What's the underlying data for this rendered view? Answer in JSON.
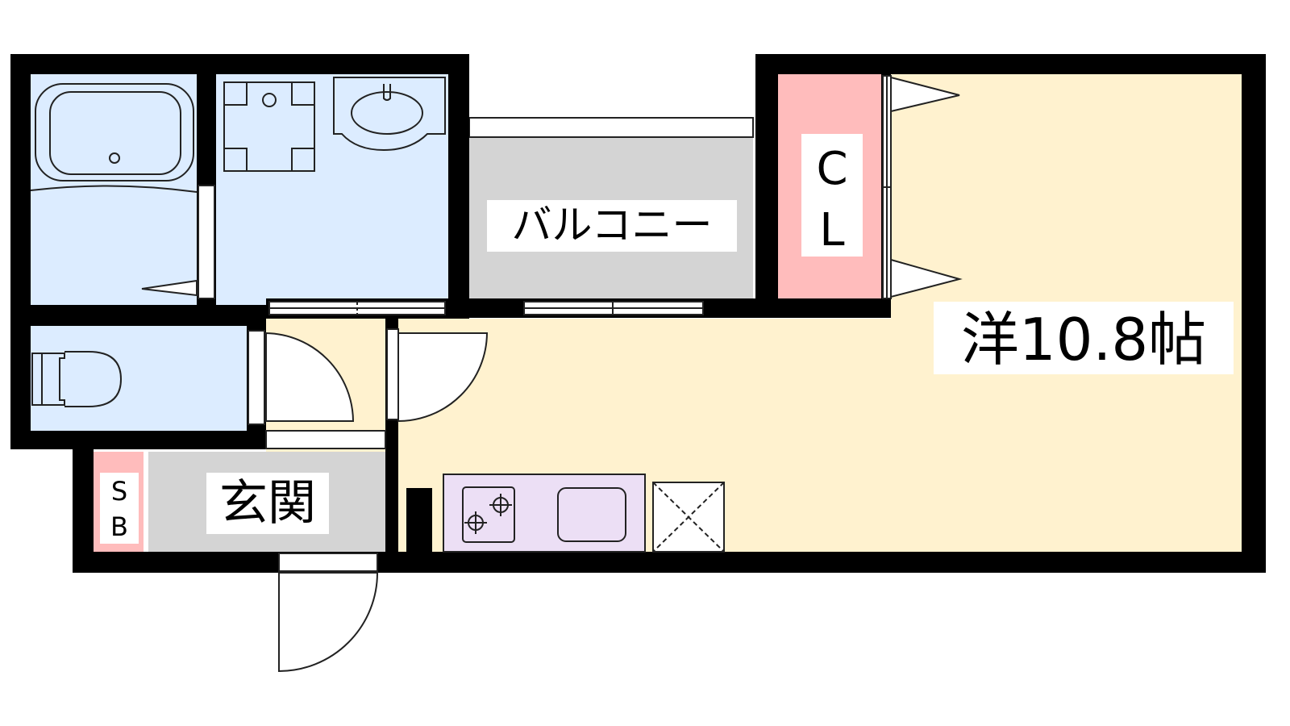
{
  "rooms": {
    "western": {
      "label": "洋10.8帖",
      "color": "#fff2cf"
    },
    "balcony": {
      "label": "バルコニー",
      "color": "#d4d4d4"
    },
    "closet": {
      "label_top": "C",
      "label_bottom": "L",
      "color": "#ffbcbc"
    },
    "entrance": {
      "label": "玄関",
      "color": "#d4d4d4"
    },
    "shoe_box": {
      "label_top": "S",
      "label_bottom": "B",
      "color": "#ffbcbc"
    },
    "bathroom": {
      "color": "#dcecff"
    },
    "washroom": {
      "color": "#dcecff"
    },
    "toilet": {
      "color": "#dcecff"
    },
    "kitchen": {
      "color": "#ecdff5"
    }
  },
  "icons": [
    "bathtub-icon",
    "washing-machine-icon",
    "washbasin-icon",
    "toilet-icon",
    "stove-icon",
    "sink-icon",
    "refrigerator-space-icon"
  ],
  "colors": {
    "wall": "#000000",
    "outline": "#222222"
  }
}
